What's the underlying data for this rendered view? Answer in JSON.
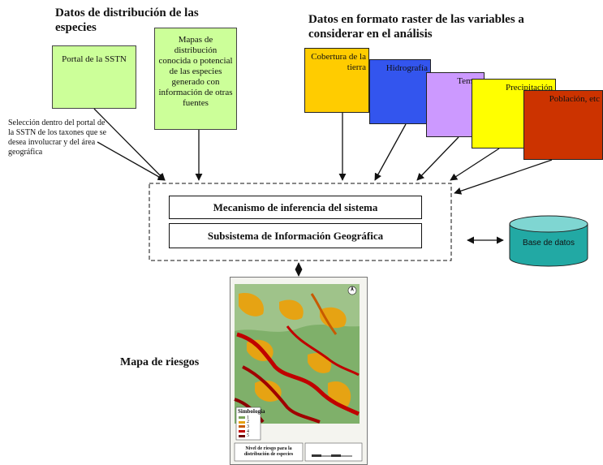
{
  "left_heading": "Datos de distribución de las especies",
  "right_heading": "Datos en formato raster de las variables a considerar en el análisis",
  "sources": {
    "portal": "Portal de la SSTN",
    "maps": "Mapas de distribución conocida o potencial de las especies generado con información de otras fuentes"
  },
  "selection_note": "Selección dentro del portal de la SSTN de los taxones que se desea involucrar y del área geográfica",
  "raster_layers": [
    {
      "label": "Cobertura de la tierra",
      "color": "#ffcc00"
    },
    {
      "label": "Hidrografía",
      "color": "#3355ee"
    },
    {
      "label": "Tempe",
      "color": "#cc99ff"
    },
    {
      "label": "Precipitación",
      "color": "#ffff00"
    },
    {
      "label": "Población, etc",
      "color": "#cc3300"
    }
  ],
  "system": {
    "inference": "Mecanismo de inferencia del sistema",
    "gis": "Subsistema de Información Geográfica"
  },
  "database": "Base de datos",
  "risk_map": {
    "label": "Mapa de riesgos",
    "legend_title": "Simbología",
    "legend_levels": [
      {
        "label": "1",
        "color": "#7aa35a"
      },
      {
        "label": "2",
        "color": "#e6a313"
      },
      {
        "label": "3",
        "color": "#c85a00"
      },
      {
        "label": "4",
        "color": "#c00000"
      },
      {
        "label": "5",
        "color": "#6e0000"
      }
    ],
    "caption": "Nivel de riesgo para la distribución de especies"
  }
}
